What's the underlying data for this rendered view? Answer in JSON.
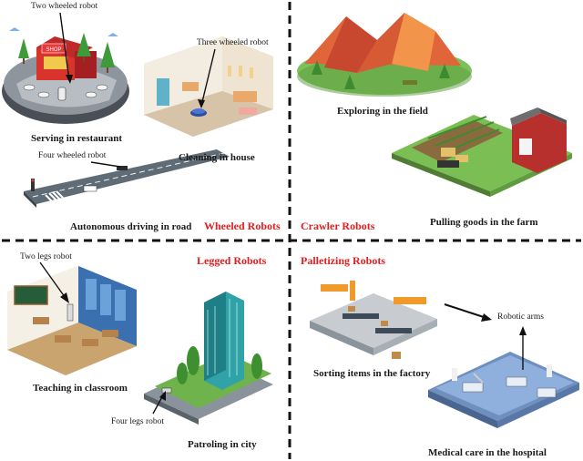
{
  "categories": {
    "wheeled": "Wheeled Robots",
    "crawler": "Crawler Robots",
    "legged": "Legged Robots",
    "palletizing": "Palletizing Robots"
  },
  "callouts": {
    "two_wheeled": "Two wheeled robot",
    "three_wheeled": "Three wheeled robot",
    "four_wheeled": "Four wheeled robot",
    "two_legs": "Two legs robot",
    "four_legs": "Four legs robot",
    "robotic_arms": "Robotic arms"
  },
  "scenes": {
    "serving": "Serving in restaurant",
    "cleaning": "Cleaning in house",
    "driving": "Autonomous driving in road",
    "exploring": "Exploring in the field",
    "pulling": "Pulling goods in the farm",
    "teaching": "Teaching in classroom",
    "patroling": "Patroling in city",
    "sorting": "Sorting items in the factory",
    "medical": "Medical care in the hospital"
  },
  "shop_sign": "SHOP",
  "colors": {
    "divider": "#111111",
    "category_text": "#e02020",
    "grass": "#5fae3c",
    "road": "#6e7a85"
  }
}
